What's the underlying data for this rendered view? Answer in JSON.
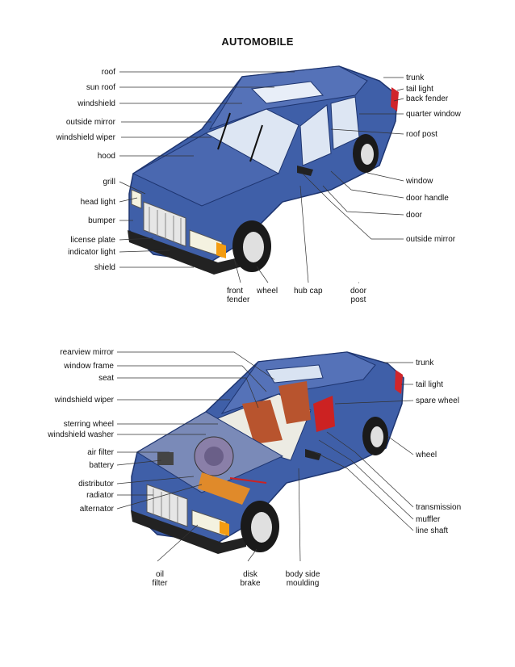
{
  "title": "AUTOMOBILE",
  "colors": {
    "body": "#3f5fa8",
    "body_dark": "#2a4585",
    "body_light": "#6a86c6",
    "leader": "#c0392b",
    "interior": "#b8542e"
  },
  "icons": [
    "car-exterior-illustration-icon",
    "car-cutaway-illustration-icon"
  ],
  "top_diagram": {
    "left_labels": [
      "roof",
      "sun roof",
      "windshield",
      "outside mirror",
      "windshield wiper",
      "hood",
      "grill",
      "head light",
      "bumper",
      "license plate",
      "indicator light",
      "shield"
    ],
    "right_labels": [
      "trunk",
      "tail light",
      "back fender",
      "quarter window",
      "roof post",
      "window",
      "door handle",
      "door",
      "outside mirror"
    ],
    "bottom_labels": [
      "front\nfender",
      "wheel",
      "hub cap",
      "door\npost"
    ]
  },
  "bottom_diagram": {
    "left_labels": [
      "rearview mirror",
      "window frame",
      "seat",
      "windshield wiper",
      "sterring wheel",
      "windshield washer",
      "air filter",
      "battery",
      "distributor",
      "radiator",
      "alternator"
    ],
    "right_labels": [
      "trunk",
      "tail light",
      "spare wheel",
      "wheel",
      "transmission",
      "muffler",
      "line shaft"
    ],
    "bottom_labels": [
      "oil\nfilter",
      "disk\nbrake",
      "body side\nmoulding"
    ]
  }
}
